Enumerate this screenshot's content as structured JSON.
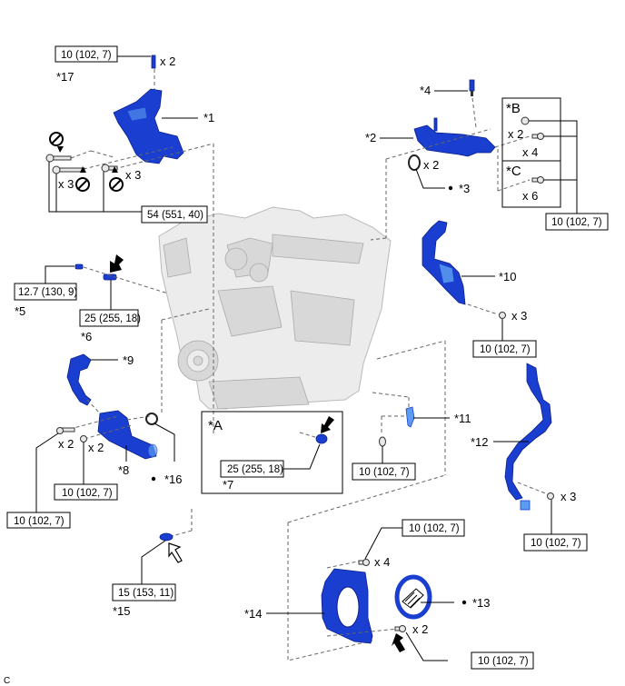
{
  "diagram": {
    "title": "Engine assembly exploded view with torque specifications",
    "accent_color": "#1a3fd0",
    "callouts": {
      "c1": "*1",
      "c2": "*2",
      "c3": "*3",
      "c4": "*4",
      "c5": "*5",
      "c6": "*6",
      "c7": "*7",
      "c8": "*8",
      "c9": "*9",
      "c10": "*10",
      "c11": "*11",
      "c12": "*12",
      "c13": "*13",
      "c14": "*14",
      "c15": "*15",
      "c16": "*16",
      "c17": "*17"
    },
    "view_labels": {
      "a": "*A",
      "b": "*B",
      "c": "*C"
    },
    "quantities": {
      "q17": "x 2",
      "q1_left": "x 3",
      "q1_right": "x 3",
      "q3": "x 2",
      "qB_nut": "x 2",
      "qB_bolt": "x 4",
      "qC": "x 6",
      "q10": "x 3",
      "q8_bolt": "x 2",
      "q8_nut": "x 2",
      "q12": "x 3",
      "q14_top": "x 4",
      "q14_bottom": "x 2"
    },
    "torques": {
      "t17": "10 (102, 7)",
      "t1": "54 (551, 40)",
      "tBC": "10 (102, 7)",
      "t5": "12.7 (130, 9)",
      "t6": "25 (255, 18)",
      "t10": "10 (102, 7)",
      "t7": "25 (255, 18)",
      "t11": "10 (102, 7)",
      "t8_nut": "10 (102, 7)",
      "t8_bolt": "10 (102, 7)",
      "t12": "10 (102, 7)",
      "t15": "15 (153, 11)",
      "t14_top": "10 (102, 7)",
      "t14_bottom": "10 (102, 7)"
    },
    "corner_mark": "C"
  }
}
